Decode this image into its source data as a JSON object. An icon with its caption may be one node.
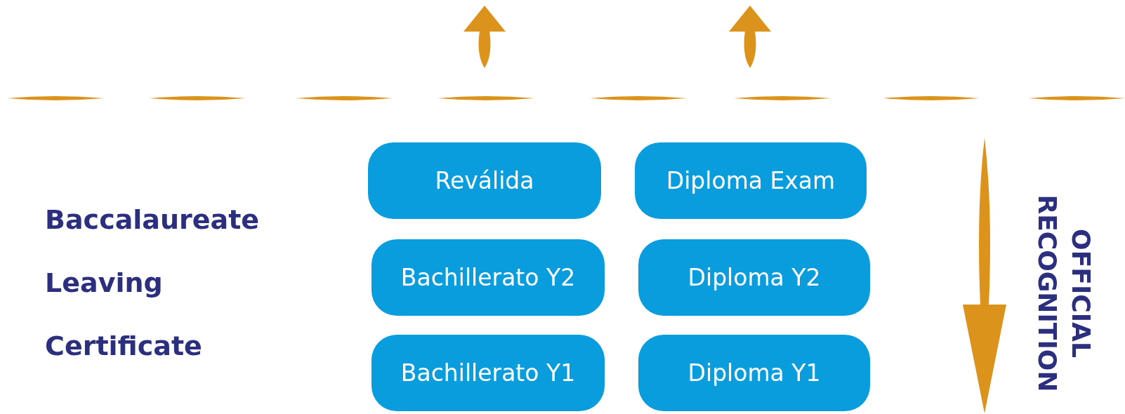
{
  "diagram": {
    "nodes": [
      {
        "text": [
          "Reválida"
        ]
      },
      {
        "text": [
          "Diploma Exam"
        ]
      },
      {
        "text": [
          "Bachillerato Y2"
        ]
      },
      {
        "text": [
          "Diploma Y2"
        ]
      },
      {
        "text": [
          "Bachillerato Y1"
        ]
      },
      {
        "text": [
          "Diploma Y1"
        ]
      }
    ],
    "labels": [
      "Baccalaureate Leaving Certificate",
      "OFFICIAL RECOGNITION"
    ]
  }
}
